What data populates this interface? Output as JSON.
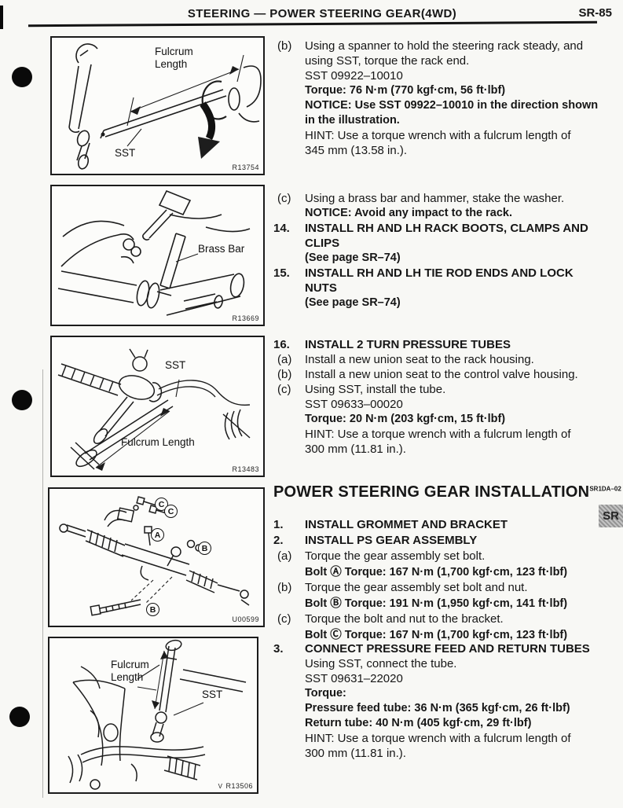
{
  "header": {
    "title": "STEERING — POWER STEERING GEAR(4WD)",
    "page_number": "SR-85"
  },
  "side_tab": {
    "label": "SR"
  },
  "figures": {
    "f1": {
      "code": "R13754",
      "fulcrum1": "Fulcrum",
      "fulcrum2": "Length",
      "sst": "SST"
    },
    "f2": {
      "code": "R13669",
      "brass": "Brass Bar"
    },
    "f3": {
      "code": "R13483",
      "sst": "SST",
      "fulcrum": "Fulcrum Length"
    },
    "f4": {
      "code": "U00599",
      "a": "A",
      "b": "B",
      "c": "C"
    },
    "f5": {
      "code": "R13506",
      "code_prefix": "V",
      "fulcrum1": "Fulcrum",
      "fulcrum2": "Length",
      "sst": "SST"
    }
  },
  "rc": {
    "b": {
      "label": "(b)",
      "l1": "Using a spanner to hold the steering rack steady, and",
      "l2": "using SST, torque the rack end.",
      "sst": "SST 09922–10010",
      "torque": "Torque: 76 N·m (770 kgf·cm, 56 ft·lbf)",
      "notice1": "NOTICE: Use SST 09922–10010 in the direction shown",
      "notice2": "in the illustration.",
      "hint1": "HINT: Use a torque wrench with a fulcrum length of",
      "hint2": "345 mm (13.58 in.)."
    },
    "c": {
      "label": "(c)",
      "l1": "Using a brass bar and hammer, stake the washer.",
      "notice": "NOTICE: Avoid any impact to the rack."
    },
    "s14": {
      "num": "14.",
      "l1": "INSTALL RH AND LH RACK BOOTS, CLAMPS AND",
      "l2": "CLIPS",
      "see": "(See page SR–74)"
    },
    "s15": {
      "num": "15.",
      "l1": "INSTALL RH AND LH TIE ROD ENDS AND LOCK",
      "l2": "NUTS",
      "see": "(See page SR–74)"
    },
    "s16": {
      "num": "16.",
      "title": "INSTALL 2 TURN PRESSURE TUBES",
      "a_label": "(a)",
      "a": "Install a new union seat to the rack housing.",
      "b_label": "(b)",
      "b": "Install a new union seat to the control valve housing.",
      "c_label": "(c)",
      "c": "Using SST, install the tube.",
      "sst": "SST 09633–00020",
      "torque": "Torque: 20 N·m (203 kgf·cm, 15 ft·lbf)",
      "hint1": "HINT: Use a torque wrench with a fulcrum length of",
      "hint2": "300 mm (11.81 in.)."
    },
    "install": {
      "title": "POWER STEERING GEAR INSTALLATION",
      "code": "SR1DA–02",
      "s1_num": "1.",
      "s1": "INSTALL GROMMET AND BRACKET",
      "s2_num": "2.",
      "s2": "INSTALL PS GEAR ASSEMBLY",
      "a_label": "(a)",
      "a": "Torque the gear assembly set bolt.",
      "bolt_a": "Bolt Ⓐ Torque: 167 N·m (1,700 kgf·cm, 123 ft·lbf)",
      "b_label": "(b)",
      "b": "Torque the gear assembly set bolt and nut.",
      "bolt_b": "Bolt Ⓑ Torque: 191 N·m (1,950 kgf·cm, 141 ft·lbf)",
      "c_label": "(c)",
      "c": "Torque the bolt and nut to the bracket.",
      "bolt_c": "Bolt Ⓒ Torque: 167 N·m (1,700 kgf·cm, 123 ft·lbf)"
    },
    "s3": {
      "num": "3.",
      "title": "CONNECT PRESSURE FEED AND RETURN TUBES",
      "l1": "Using SST, connect the tube.",
      "sst": "SST 09631–22020",
      "torque_label": "Torque:",
      "feed": "Pressure feed tube: 36 N·m (365 kgf·cm, 26 ft·lbf)",
      "return": "Return tube: 40 N·m (405 kgf·cm, 29 ft·lbf)",
      "hint1": "HINT: Use a torque wrench with a fulcrum length of",
      "hint2": "300 mm (11.81 in.)."
    }
  }
}
